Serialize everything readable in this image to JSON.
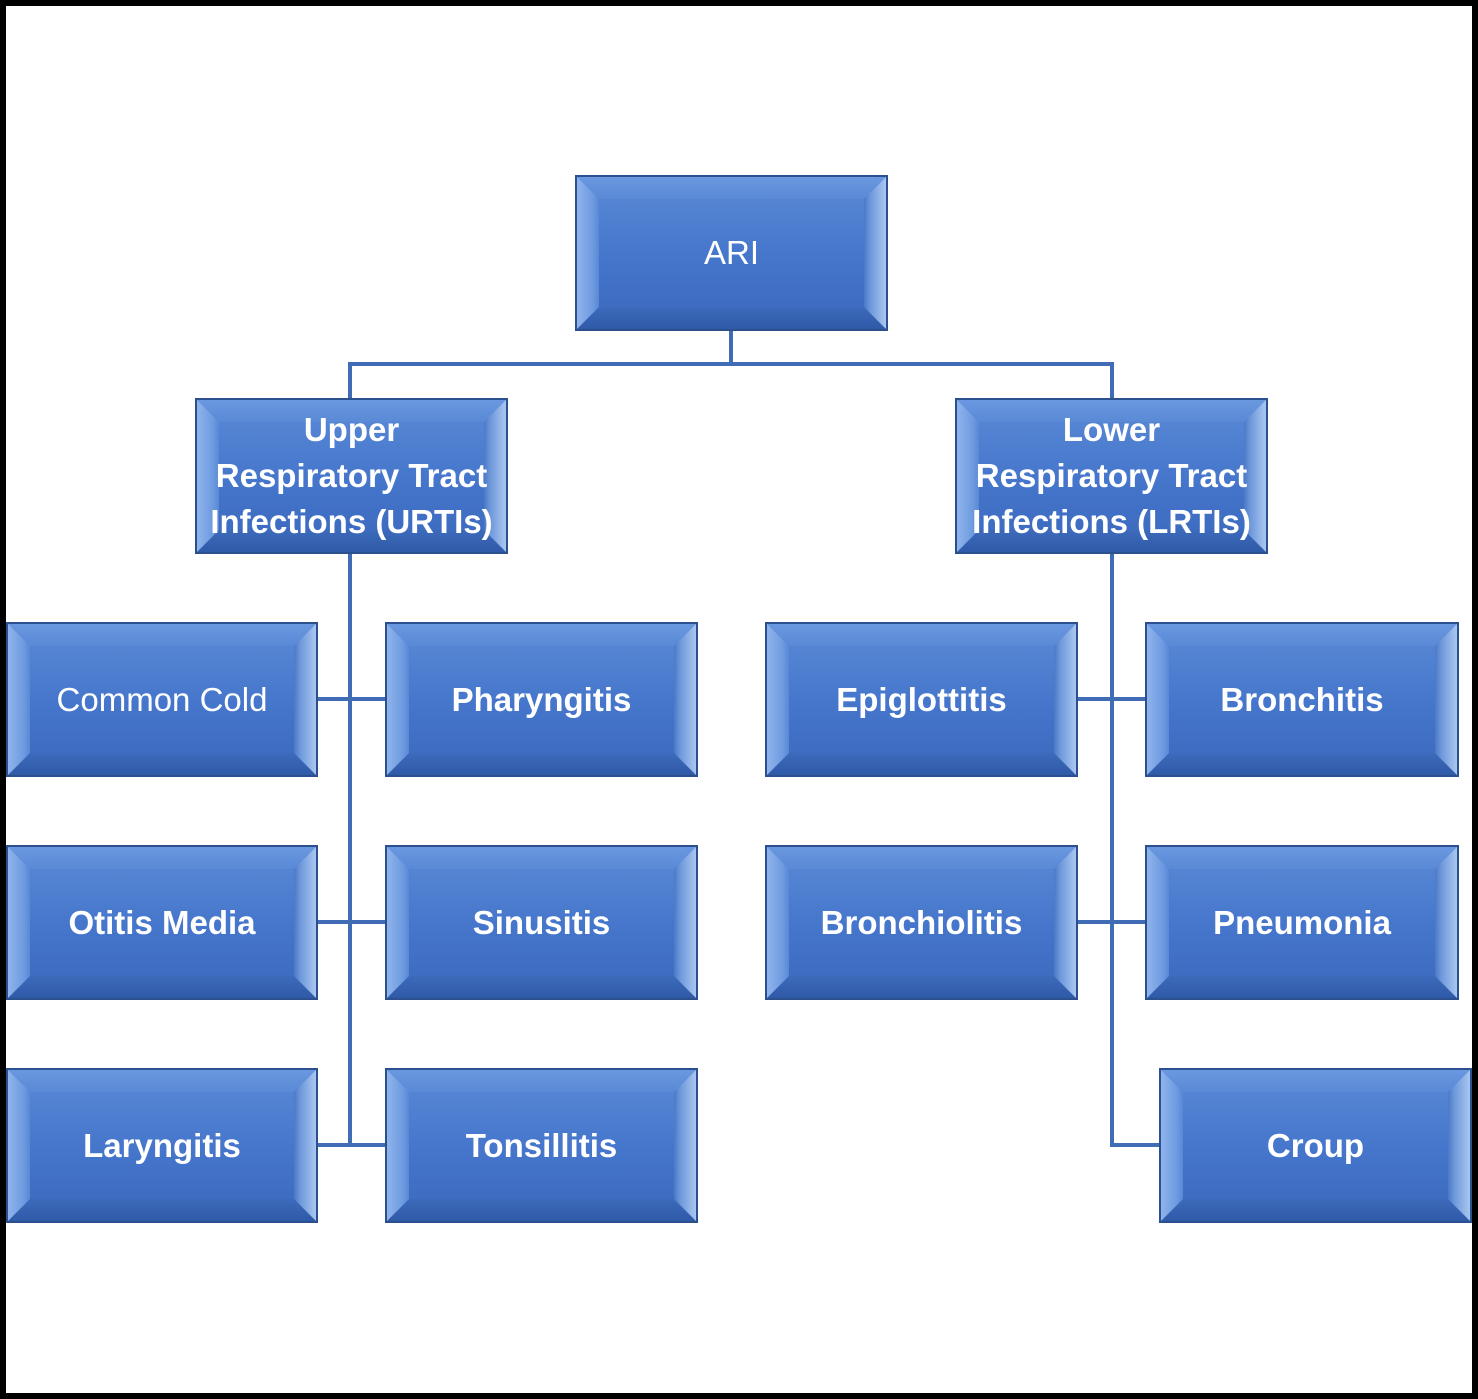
{
  "diagram": {
    "root": {
      "label": "ARI"
    },
    "upper": {
      "label": "Upper\nRespiratory Tract\nInfections (URTIs)",
      "children": [
        "Common Cold",
        "Pharyngitis",
        "Otitis Media",
        "Sinusitis",
        "Laryngitis",
        "Tonsillitis"
      ]
    },
    "lower": {
      "label": "Lower\nRespiratory Tract\nInfections (LRTIs)",
      "children": [
        "Epiglottitis",
        "Bronchitis",
        "Bronchiolitis",
        "Pneumonia",
        "Croup"
      ]
    }
  },
  "colors": {
    "node_fill": "#4677cc",
    "node_border": "#2c4f8e",
    "connector": "#3f6cb4",
    "text": "#ffffff",
    "frame": "#000000"
  }
}
